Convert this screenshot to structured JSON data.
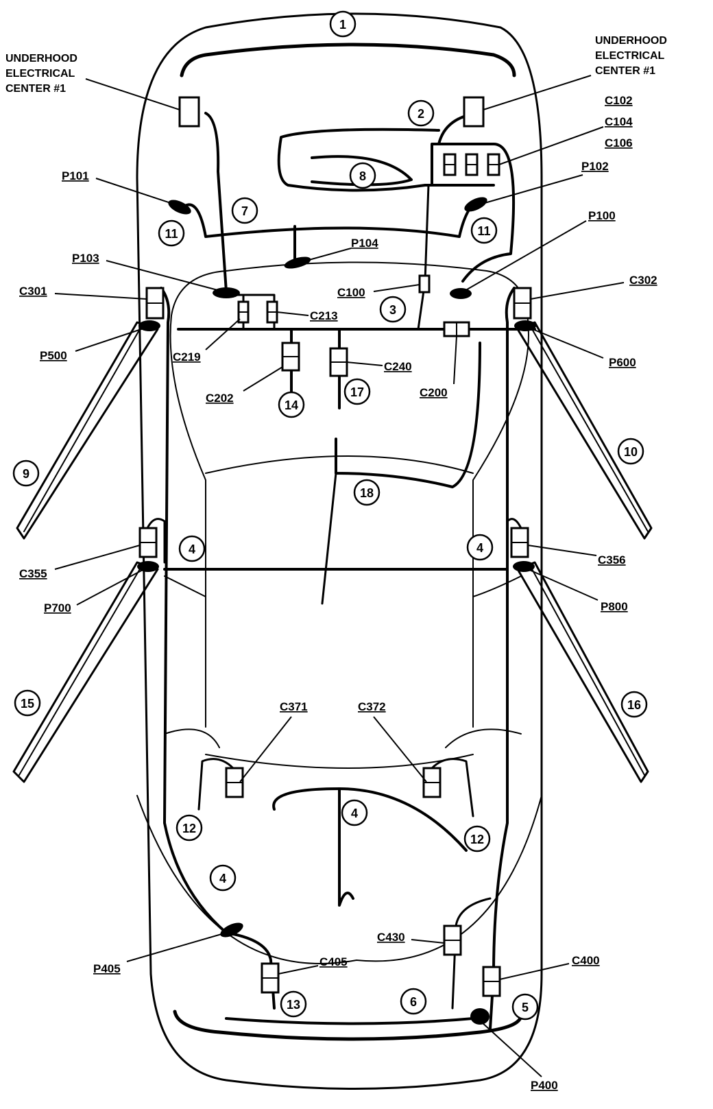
{
  "callouts": {
    "underhood_left": [
      "UNDERHOOD",
      "ELECTRICAL",
      "CENTER #1"
    ],
    "underhood_right": [
      "UNDERHOOD",
      "ELECTRICAL",
      "CENTER #1"
    ]
  },
  "labels": {
    "C102": "C102",
    "C104": "C104",
    "C106": "C106",
    "P101": "P101",
    "P102": "P102",
    "P100": "P100",
    "P104": "P104",
    "P103": "P103",
    "C100": "C100",
    "C301": "C301",
    "C302": "C302",
    "C213": "C213",
    "C219": "C219",
    "C240": "C240",
    "C202": "C202",
    "C200": "C200",
    "P500": "P500",
    "P600": "P600",
    "C355": "C355",
    "C356": "C356",
    "P700": "P700",
    "P800": "P800",
    "C371": "C371",
    "C372": "C372",
    "C430": "C430",
    "C405": "C405",
    "C400": "C400",
    "P405": "P405",
    "P400": "P400"
  },
  "numbers": {
    "n1": "1",
    "n2": "2",
    "n3": "3",
    "n4a": "4",
    "n4b": "4",
    "n4c": "4",
    "n4d": "4",
    "n5": "5",
    "n6": "6",
    "n7": "7",
    "n8": "8",
    "n9": "9",
    "n10": "10",
    "n11a": "11",
    "n11b": "11",
    "n12a": "12",
    "n12b": "12",
    "n13": "13",
    "n14": "14",
    "n15": "15",
    "n16": "16",
    "n17": "17",
    "n18": "18"
  }
}
